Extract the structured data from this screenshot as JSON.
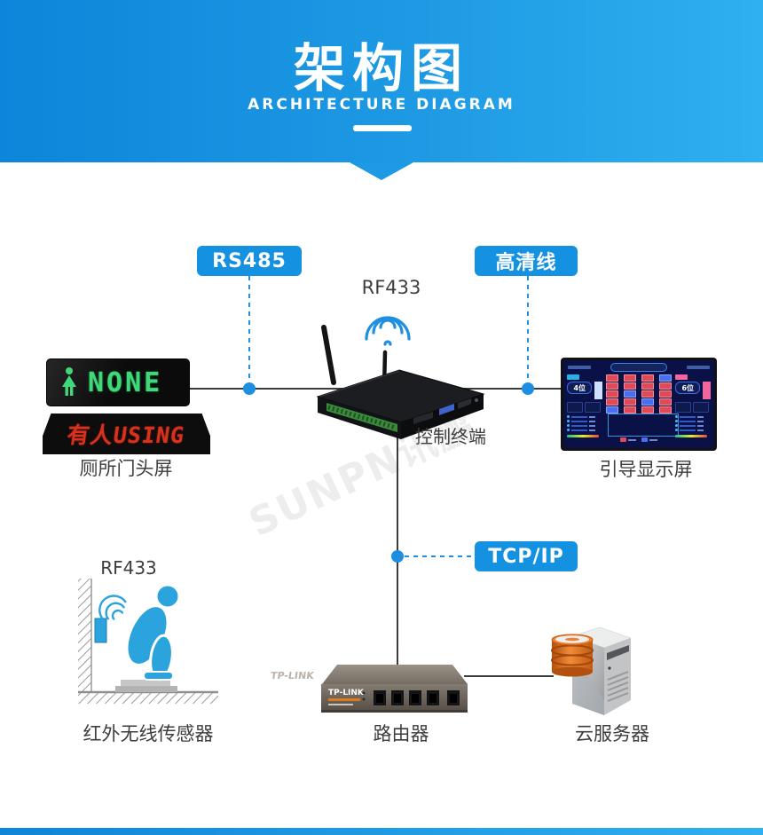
{
  "header": {
    "title": "架构图",
    "subtitle": "ARCHITECTURE DIAGRAM"
  },
  "connections": {
    "rs485": "RS485",
    "hd_cable": "高清线",
    "tcpip": "TCP/IP",
    "rf433_top": "RF433",
    "rf433_sensor": "RF433"
  },
  "devices": {
    "door_screen": {
      "label": "厕所门头屏",
      "vacant_text": "NONE",
      "occupied_text": "有人USING"
    },
    "control_terminal": {
      "label": "控制终端"
    },
    "guide_screen": {
      "label": "引导显示屏",
      "men_count": "4位",
      "women_count": "6位"
    },
    "sensor": {
      "label": "红外无线传感器"
    },
    "router": {
      "label": "路由器",
      "brand": "TP-LINK"
    },
    "cloud_server": {
      "label": "云服务器"
    }
  },
  "guide_screen_stalls": [
    [
      "R",
      "R",
      "R",
      "R",
      "B"
    ],
    [
      "R",
      "R",
      "B",
      "R",
      "R"
    ],
    [
      "R",
      "R",
      "R",
      "B",
      "R"
    ],
    [
      "B",
      "R",
      "R",
      "R",
      "R"
    ]
  ],
  "watermark": "SUNPN讯鹏",
  "colors": {
    "accent_blue": "#1e8fe0",
    "header_left": "#0d85da",
    "header_right": "#2fb0f0",
    "led_green": "#3fd97a",
    "led_red": "#d8321f",
    "db_orange": "#e8721c"
  }
}
